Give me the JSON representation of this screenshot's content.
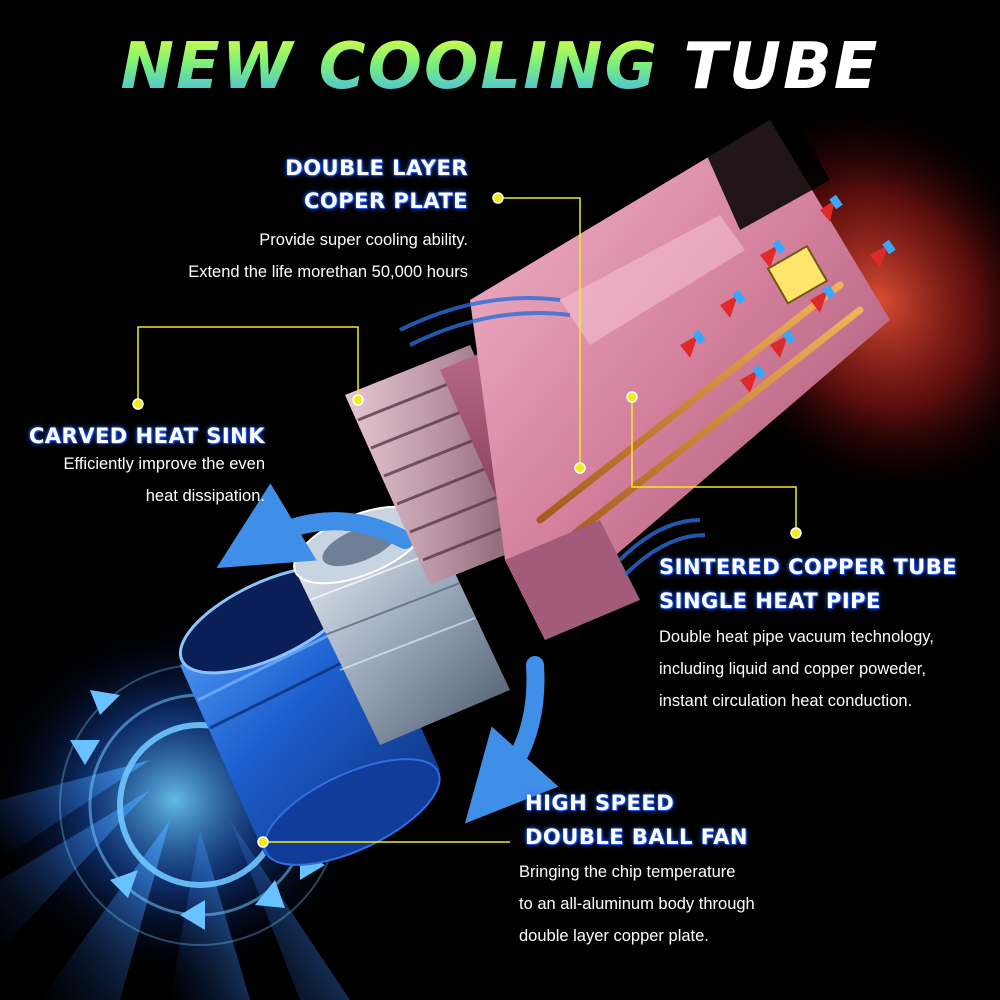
{
  "title": {
    "part1": "NEW COOLING",
    "part2": "TUBE"
  },
  "callouts": {
    "plate": {
      "line1": "DOUBLE LAYER",
      "line2": "COPER PLATE",
      "desc": [
        "Provide super cooling ability.",
        "Extend the life morethan 50,000 hours"
      ]
    },
    "sink": {
      "line1": "CARVED HEAT SINK",
      "desc": [
        "Efficiently improve the even",
        "heat dissipation."
      ]
    },
    "tube": {
      "line1": "SINTERED COPPER TUBE",
      "line2": "SINGLE HEAT PIPE",
      "desc": [
        "Double heat pipe vacuum technology,",
        "including liquid and copper poweder,",
        "instant circulation heat conduction."
      ]
    },
    "fan": {
      "line1": "HIGH SPEED",
      "line2": "DOUBLE BALL FAN",
      "desc": [
        "Bringing the chip temperature",
        "to an all-aluminum body through",
        "double layer copper plate."
      ]
    }
  },
  "colors": {
    "background": "#000000",
    "heading_glow": "#2a6bff",
    "leader_line": "#f2ec1c",
    "body_pink": "#d98aa6",
    "fan_blue": "#1f6fd6",
    "heat_red": "#c0281e"
  },
  "icons": [
    "airflow-arrow-icon",
    "heat-arrow-icon",
    "rotation-arrow-icon"
  ]
}
